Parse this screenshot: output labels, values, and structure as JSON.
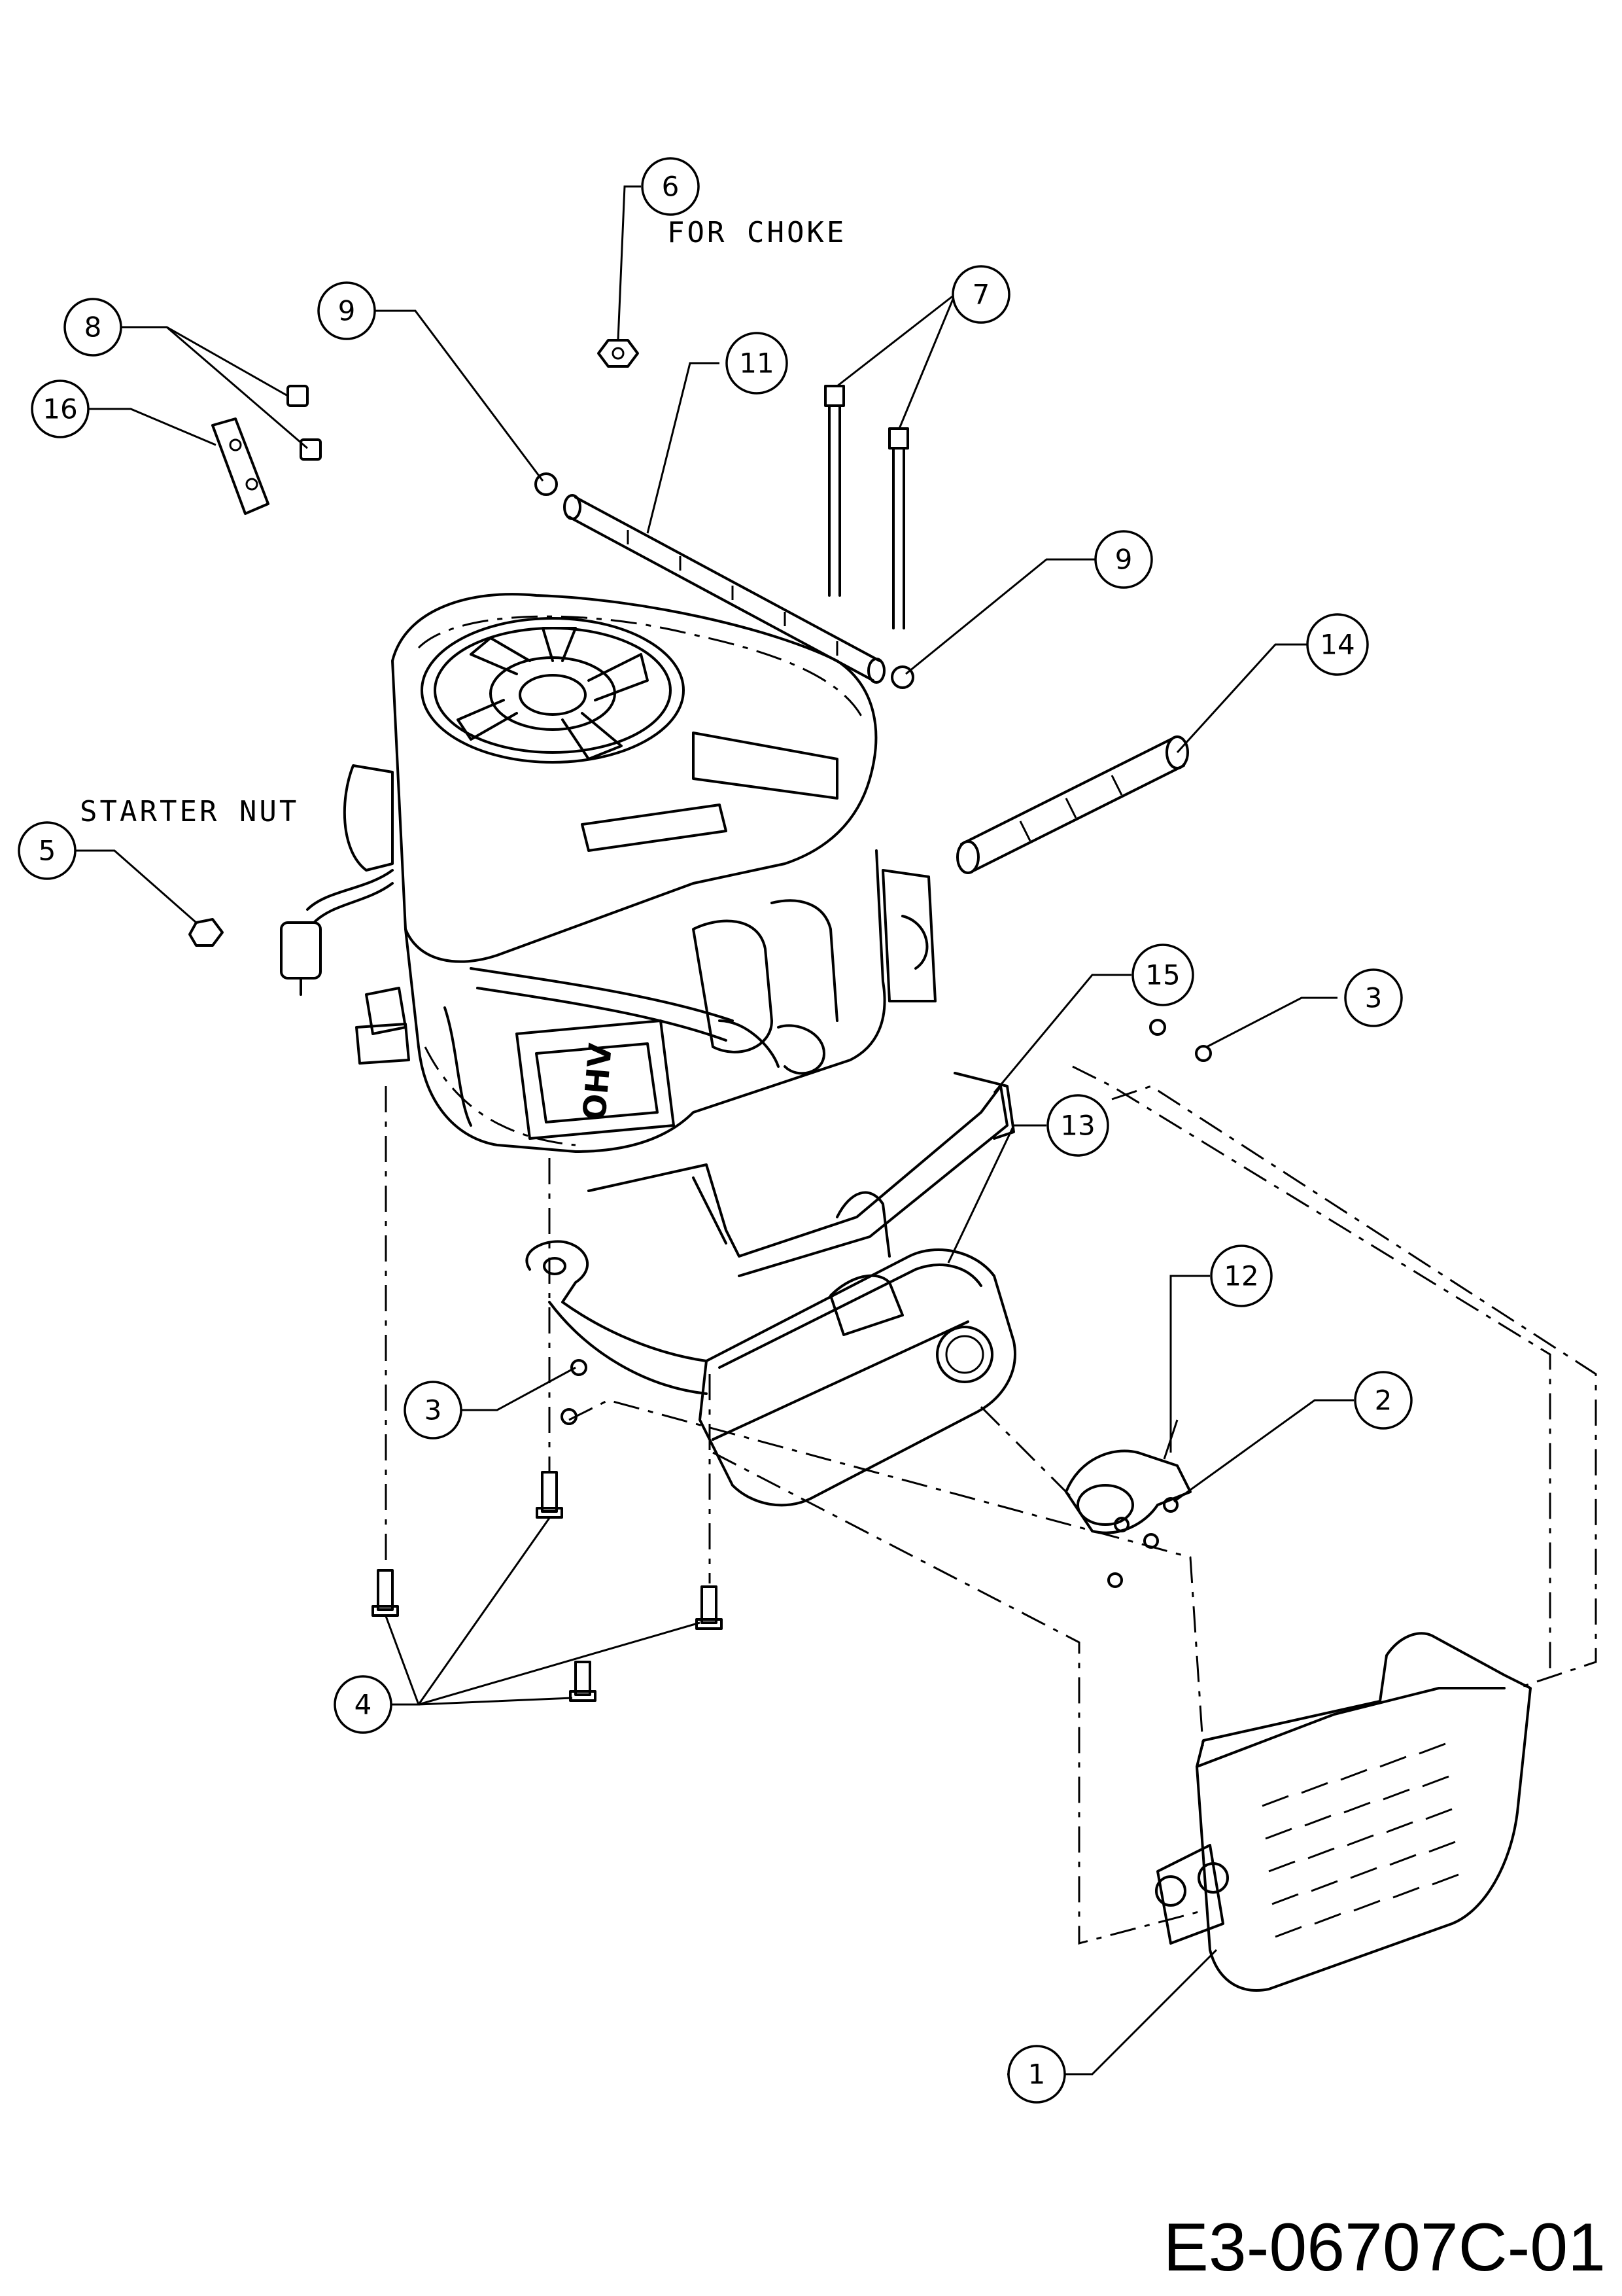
{
  "callouts": [
    {
      "id": "c1",
      "label": "1"
    },
    {
      "id": "c2",
      "label": "2"
    },
    {
      "id": "c3a",
      "label": "3"
    },
    {
      "id": "c3b",
      "label": "3"
    },
    {
      "id": "c4",
      "label": "4"
    },
    {
      "id": "c5",
      "label": "5"
    },
    {
      "id": "c6",
      "label": "6"
    },
    {
      "id": "c7",
      "label": "7"
    },
    {
      "id": "c8",
      "label": "8"
    },
    {
      "id": "c9a",
      "label": "9"
    },
    {
      "id": "c9b",
      "label": "9"
    },
    {
      "id": "c11",
      "label": "11"
    },
    {
      "id": "c12",
      "label": "12"
    },
    {
      "id": "c13",
      "label": "13"
    },
    {
      "id": "c14",
      "label": "14"
    },
    {
      "id": "c15",
      "label": "15"
    },
    {
      "id": "c16",
      "label": "16"
    }
  ],
  "notes": {
    "for_choke": "FOR CHOKE",
    "starter_nut": "STARTER NUT"
  },
  "drawing_number": "E3-06707C-01",
  "engine_label": "OHV"
}
